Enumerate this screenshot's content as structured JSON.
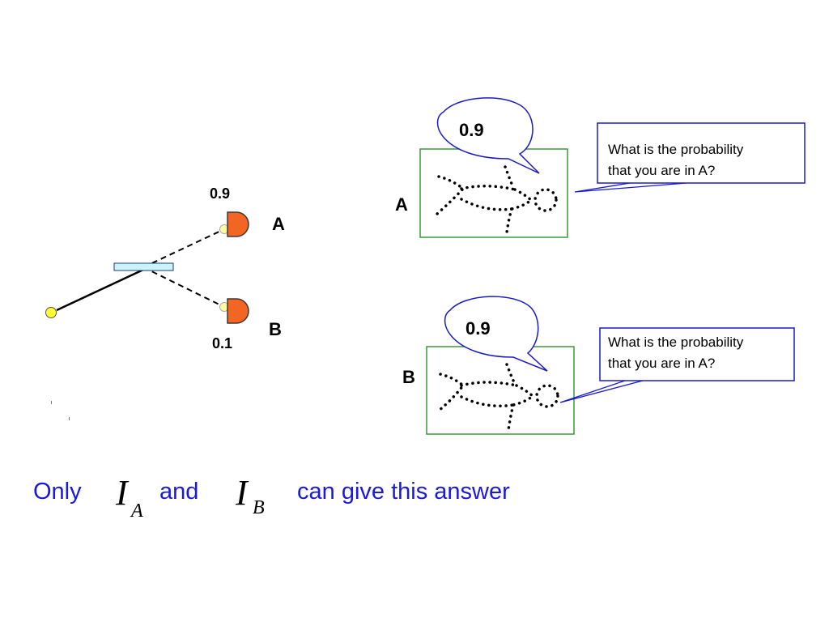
{
  "tree": {
    "upper_probability": "0.9",
    "upper_label": "A",
    "lower_probability": "0.1",
    "lower_label": "B"
  },
  "panel_a": {
    "label": "A",
    "bubble_value": "0.9",
    "question_line1": "What is the probability",
    "question_line2": "that you are in A?"
  },
  "panel_b": {
    "label": "B",
    "bubble_value": "0.9",
    "question_line1": "What is the probability",
    "question_line2": "that you are in A?"
  },
  "footer": {
    "word_only": "Only",
    "symbol_a": "I",
    "subscript_a": "A",
    "word_and": "and",
    "symbol_b": "I",
    "subscript_b": "B",
    "tail": "can give this answer"
  },
  "colors": {
    "detector": "#f26522",
    "photon_source": "#ffff33",
    "beam_splitter": "#ccf2fa",
    "panel_border": "#3a9a3a",
    "callout_border": "#1a1acc",
    "footer_text": "#1a1adc"
  }
}
